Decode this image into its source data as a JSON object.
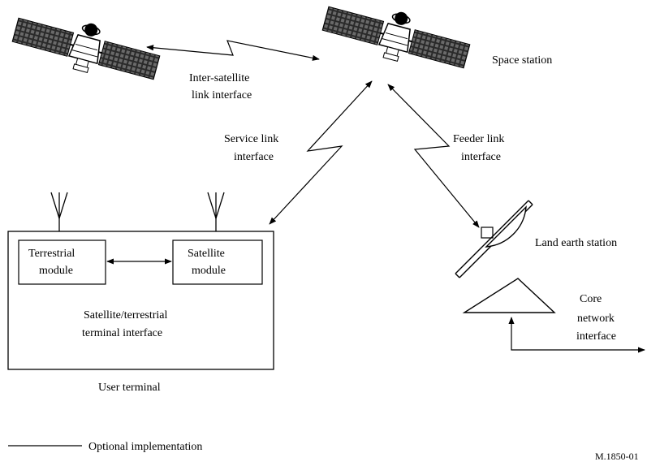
{
  "labels": {
    "space_station": "Space station",
    "inter_satellite_line1": "Inter-satellite",
    "inter_satellite_line2": "link interface",
    "service_link_line1": "Service link",
    "service_link_line2": "interface",
    "feeder_link_line1": "Feeder link",
    "feeder_link_line2": "interface",
    "terrestrial_module_line1": "Terrestrial",
    "terrestrial_module_line2": "module",
    "satellite_module_line1": "Satellite",
    "satellite_module_line2": "module",
    "terminal_interface_line1": "Satellite/terrestrial",
    "terminal_interface_line2": "terminal interface",
    "user_terminal": "User terminal",
    "land_earth_station": "Land earth station",
    "core_network_line1": "Core",
    "core_network_line2": "network",
    "core_network_line3": "interface",
    "legend_optional": "Optional implementation",
    "figure_ref": "M.1850-01"
  },
  "icons": {
    "satellite_left": "satellite-icon",
    "satellite_right": "satellite-icon",
    "antenna": "antenna-icon",
    "dish": "dish-antenna-icon"
  },
  "colors": {
    "stroke": "#000000",
    "panel_fill": "#333333",
    "background": "#ffffff"
  }
}
